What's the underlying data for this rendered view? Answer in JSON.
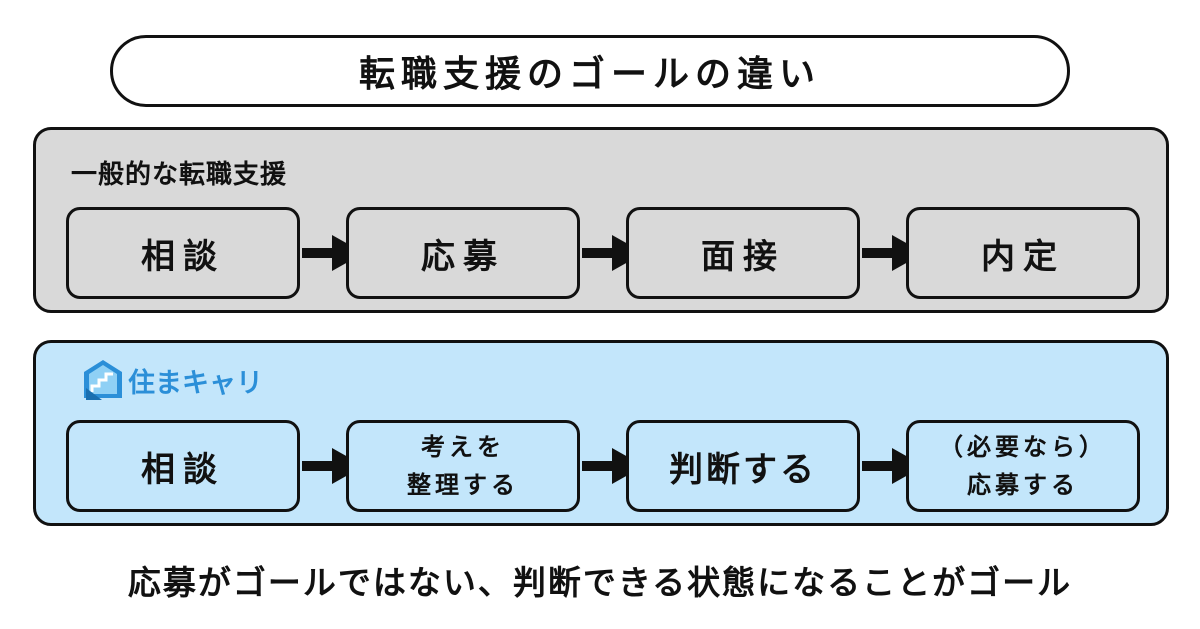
{
  "title": "転職支援のゴールの違い",
  "general": {
    "label": "一般的な転職支援",
    "steps": [
      "相談",
      "応募",
      "面接",
      "内定"
    ]
  },
  "sumacari": {
    "logo_text": "住まキャリ",
    "steps": [
      {
        "lines": [
          "相談"
        ]
      },
      {
        "lines": [
          "考えを",
          "整理する"
        ]
      },
      {
        "lines": [
          "判断する"
        ]
      },
      {
        "lines": [
          "（必要なら）",
          "応募する"
        ]
      }
    ]
  },
  "footer": "応募がゴールではない、判断できる状態になることがゴール",
  "colors": {
    "gray_panel": "#d9d9d9",
    "blue_panel": "#c3e6fb",
    "logo_blue": "#2b8fd8",
    "outline": "#111111"
  },
  "icons": {
    "arrow": "arrow-right-icon",
    "logo": "house-stairs-logo-icon"
  }
}
